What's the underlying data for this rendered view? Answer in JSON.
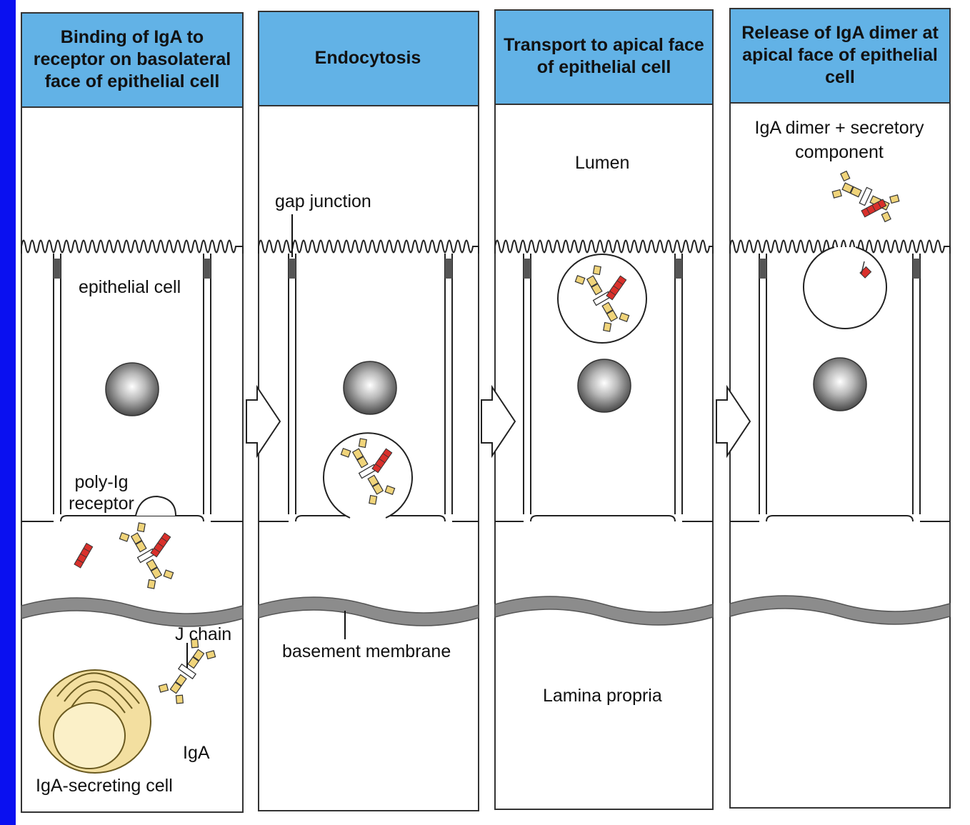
{
  "colors": {
    "side_bar": "#0a10f0",
    "header_fill": "#62b2e6",
    "antibody_yellow": "#f0d47a",
    "secretory_red": "#d9302b",
    "plasma_cell": "#f3dfa0",
    "membrane_gray": "#8c8c8c"
  },
  "panels": [
    {
      "title": "Binding of IgA to receptor on basolateral face of epithelial cell"
    },
    {
      "title": "Endocytosis"
    },
    {
      "title": "Transport to apical face of epithelial cell"
    },
    {
      "title": "Release of IgA dimer at apical face of epithelial cell"
    }
  ],
  "labels": {
    "epithelial_cell": "epithelial cell",
    "poly_ig_receptor": "poly-Ig receptor",
    "j_chain": "J chain",
    "iga": "IgA",
    "iga_secreting_cell": "IgA-secreting cell",
    "gap_junction": "gap junction",
    "basement_membrane": "basement membrane",
    "lumen": "Lumen",
    "lamina_propria": "Lamina propria",
    "iga_dimer_sc": "IgA dimer + secretory component"
  }
}
